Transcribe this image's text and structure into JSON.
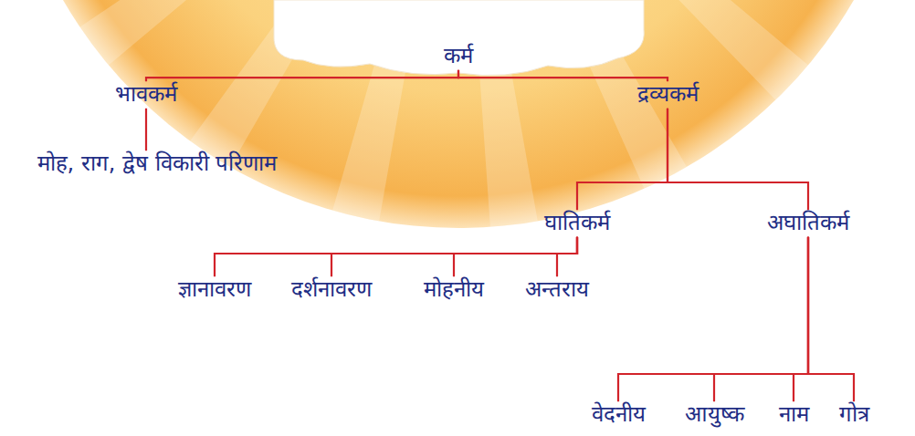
{
  "diagram": {
    "nodes": [
      {
        "text": [
          "कर्म"
        ]
      },
      {
        "text": [
          "भावकर्म"
        ]
      },
      {
        "text": [
          "द्रव्यकर्म"
        ]
      },
      {
        "text": [
          "मोह, राग, द्वेष विकारी परिणाम"
        ]
      },
      {
        "text": [
          "घातिकर्म"
        ]
      },
      {
        "text": [
          "अघातिकर्म"
        ]
      },
      {
        "text": [
          "ज्ञानावरण"
        ]
      },
      {
        "text": [
          "दर्शनावरण"
        ]
      },
      {
        "text": [
          "मोहनीय"
        ]
      },
      {
        "text": [
          "अन्तराय"
        ]
      },
      {
        "text": [
          "वेदनीय"
        ]
      },
      {
        "text": [
          "आयुष्क"
        ]
      },
      {
        "text": [
          "नाम"
        ]
      },
      {
        "text": [
          "गोत्र"
        ]
      }
    ],
    "edges": [
      {
        "from": 0,
        "to": 1,
        "arrow": "none"
      },
      {
        "from": 0,
        "to": 2,
        "arrow": "none"
      },
      {
        "from": 1,
        "to": 3,
        "arrow": "none"
      },
      {
        "from": 2,
        "to": 4,
        "arrow": "none"
      },
      {
        "from": 2,
        "to": 5,
        "arrow": "none"
      },
      {
        "from": 4,
        "to": 6,
        "arrow": "none"
      },
      {
        "from": 4,
        "to": 7,
        "arrow": "none"
      },
      {
        "from": 4,
        "to": 8,
        "arrow": "none"
      },
      {
        "from": 4,
        "to": 9,
        "arrow": "none"
      },
      {
        "from": 5,
        "to": 10,
        "arrow": "none"
      },
      {
        "from": 5,
        "to": 11,
        "arrow": "none"
      },
      {
        "from": 5,
        "to": 12,
        "arrow": "none"
      },
      {
        "from": 5,
        "to": 13,
        "arrow": "none"
      }
    ]
  }
}
